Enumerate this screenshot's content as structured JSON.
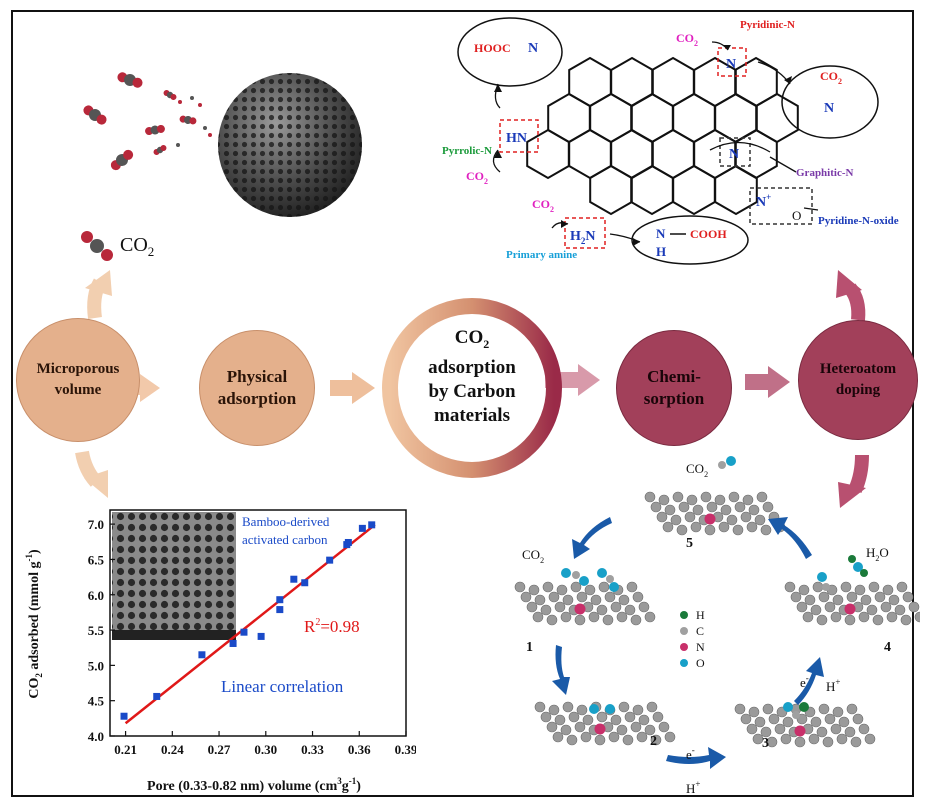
{
  "center": {
    "l1": "CO",
    "l1_sub": "2",
    "l2": "adsorption",
    "l3": "by Carbon",
    "l4": "materials"
  },
  "nodes": {
    "physical": [
      "Physical",
      "adsorption"
    ],
    "microporous": [
      "Microporous",
      "volume"
    ],
    "chemisorption": [
      "Chemi-",
      "sorption"
    ],
    "heteroatom": [
      "Heteroatom",
      "doping"
    ]
  },
  "co2_label": "CO",
  "co2_sub": "2",
  "nitrogen_groups": {
    "pyridinic": "Pyridinic-N",
    "pyrrolic": "Pyrrolic-N",
    "graphitic": "Graphitic-N",
    "pyridine_oxide": "Pyridine-N-oxide",
    "primary_amine": "Primary amine",
    "hooc": "HOOC",
    "cooh": "COOH",
    "co2": "CO",
    "co2_sub": "2",
    "n": "N",
    "hn": "HN",
    "h2n_h": "H",
    "h2n_2": "2",
    "h2n_n": "N",
    "nh_n": "N",
    "nh_h": "H",
    "n_plus": "N",
    "plus": "+",
    "o_minus": "O",
    "colors": {
      "pyridinic": "#e02020",
      "pyrrolic": "#1a9a3a",
      "graphitic": "#7a3aa8",
      "oxide": "#1a3aa8",
      "amine": "#18a0d8",
      "co2": "#e020c0"
    }
  },
  "cycle": {
    "steps": [
      "1",
      "2",
      "3",
      "4",
      "5"
    ],
    "co2": "CO",
    "co2_sub": "2",
    "h2o": "H",
    "h2o_sub": "2",
    "h2o_o": "O",
    "electron": "e",
    "electron_sup": "-",
    "proton": "H",
    "proton_sup": "+",
    "legend": [
      {
        "symbol": "H",
        "color": "#1a7a3a"
      },
      {
        "symbol": "C",
        "color": "#a0a0a0"
      },
      {
        "symbol": "N",
        "color": "#c8306a"
      },
      {
        "symbol": "O",
        "color": "#18a0c8"
      }
    ]
  },
  "chart_data": {
    "type": "scatter",
    "title": "",
    "xlabel": "Pore (0.33-0.82 nm) volume (cm3g-1)",
    "xlabel_parts": {
      "a": "Pore (0.33-0.82 nm) volume (cm",
      "sup1": "3",
      "b": "g",
      "sup2": "-1",
      "c": ")"
    },
    "ylabel_parts": {
      "a": "CO",
      "sub": "2",
      "b": " adsorbed (mmol g",
      "sup": "-1",
      "c": ")"
    },
    "x_ticks": [
      "0.21",
      "0.24",
      "0.27",
      "0.30",
      "0.33",
      "0.36",
      "0.39"
    ],
    "y_ticks": [
      "4.0",
      "4.5",
      "5.0",
      "5.5",
      "6.0",
      "6.5",
      "7.0"
    ],
    "xlim": [
      0.2,
      0.39
    ],
    "ylim": [
      4.0,
      7.2
    ],
    "points": [
      [
        0.209,
        4.28
      ],
      [
        0.23,
        4.56
      ],
      [
        0.259,
        5.15
      ],
      [
        0.279,
        5.31
      ],
      [
        0.286,
        5.47
      ],
      [
        0.297,
        5.41
      ],
      [
        0.309,
        5.79
      ],
      [
        0.309,
        5.93
      ],
      [
        0.318,
        6.22
      ],
      [
        0.325,
        6.17
      ],
      [
        0.341,
        6.49
      ],
      [
        0.352,
        6.71
      ],
      [
        0.353,
        6.74
      ],
      [
        0.362,
        6.94
      ],
      [
        0.368,
        6.99
      ]
    ],
    "fit_line": [
      [
        0.21,
        4.18
      ],
      [
        0.37,
        6.99
      ]
    ],
    "inset_label": [
      "Bamboo-derived",
      "activated carbon"
    ],
    "r2_label": "R",
    "r2_sup": "2",
    "r2_value": "=0.98",
    "annotation": "Linear correlation",
    "point_color": "#1a4ac8",
    "line_color": "#e01818"
  }
}
